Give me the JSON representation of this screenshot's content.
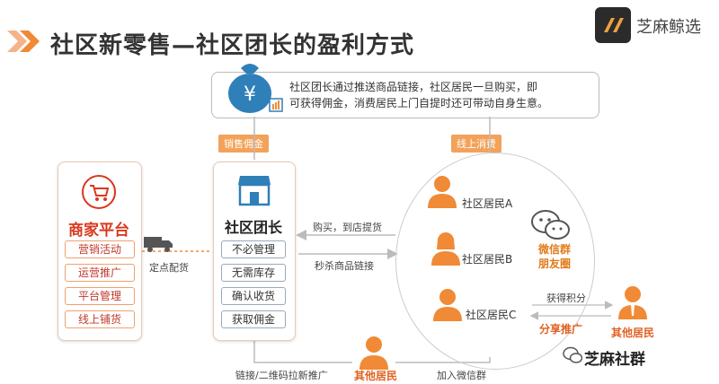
{
  "title": "社区新零售—社区团长的盈利方式",
  "logo": {
    "text": "芝麻鲸选"
  },
  "info": {
    "line1": "社区团长通过推送商品链接，社区居民一旦购买，即",
    "line2": "可获得佣金，消费居民上门自提时还可带动自身生意。"
  },
  "tags": {
    "sales": "销售佣金",
    "online": "线上消费"
  },
  "merchant": {
    "title": "商家平台",
    "items": [
      "营销活动",
      "运营推广",
      "平台管理",
      "线上铺货"
    ]
  },
  "leader": {
    "title": "社区团长",
    "items": [
      "不必管理",
      "无需库存",
      "确认收货",
      "获取佣金"
    ]
  },
  "labels": {
    "delivery": "定点配货",
    "buy_pickup": "购买，到店提货",
    "flash_link": "秒杀商品链接",
    "earn_points": "获得积分",
    "share_promo": "分享推广",
    "link_qr": "链接/二维码拉新推广",
    "join_group": "加入微信群"
  },
  "residents": {
    "a": "社区居民A",
    "b": "社区居民B",
    "c": "社区居民C",
    "other_right": "其他居民",
    "other_bottom": "其他居民"
  },
  "wechat": {
    "line1": "微信群",
    "line2": "朋友圈"
  },
  "footer": {
    "brand": "芝麻社群"
  },
  "colors": {
    "orange": "#f08a36",
    "red": "#d9381e",
    "title": "#333333"
  }
}
